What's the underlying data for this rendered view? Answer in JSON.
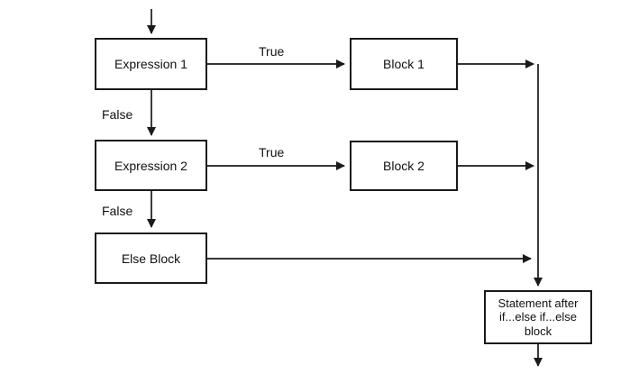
{
  "diagram": {
    "type": "flowchart",
    "nodes": [
      {
        "id": "expression-1",
        "label": "Expression 1"
      },
      {
        "id": "block-1",
        "label": "Block 1"
      },
      {
        "id": "expression-2",
        "label": "Expression 2"
      },
      {
        "id": "block-2",
        "label": "Block 2"
      },
      {
        "id": "else-block",
        "label": "Else Block"
      },
      {
        "id": "statement-after",
        "label": "Statement after if...else if...else block"
      }
    ],
    "edge_labels": [
      {
        "id": "expr1-true",
        "text": "True"
      },
      {
        "id": "expr1-false",
        "text": "False"
      },
      {
        "id": "expr2-true",
        "text": "True"
      },
      {
        "id": "expr2-false",
        "text": "False"
      }
    ],
    "colors": {
      "background": "#ffffff",
      "line": "#1a1a1a",
      "box_border": "#1a1a1a",
      "text": "#111111"
    }
  }
}
